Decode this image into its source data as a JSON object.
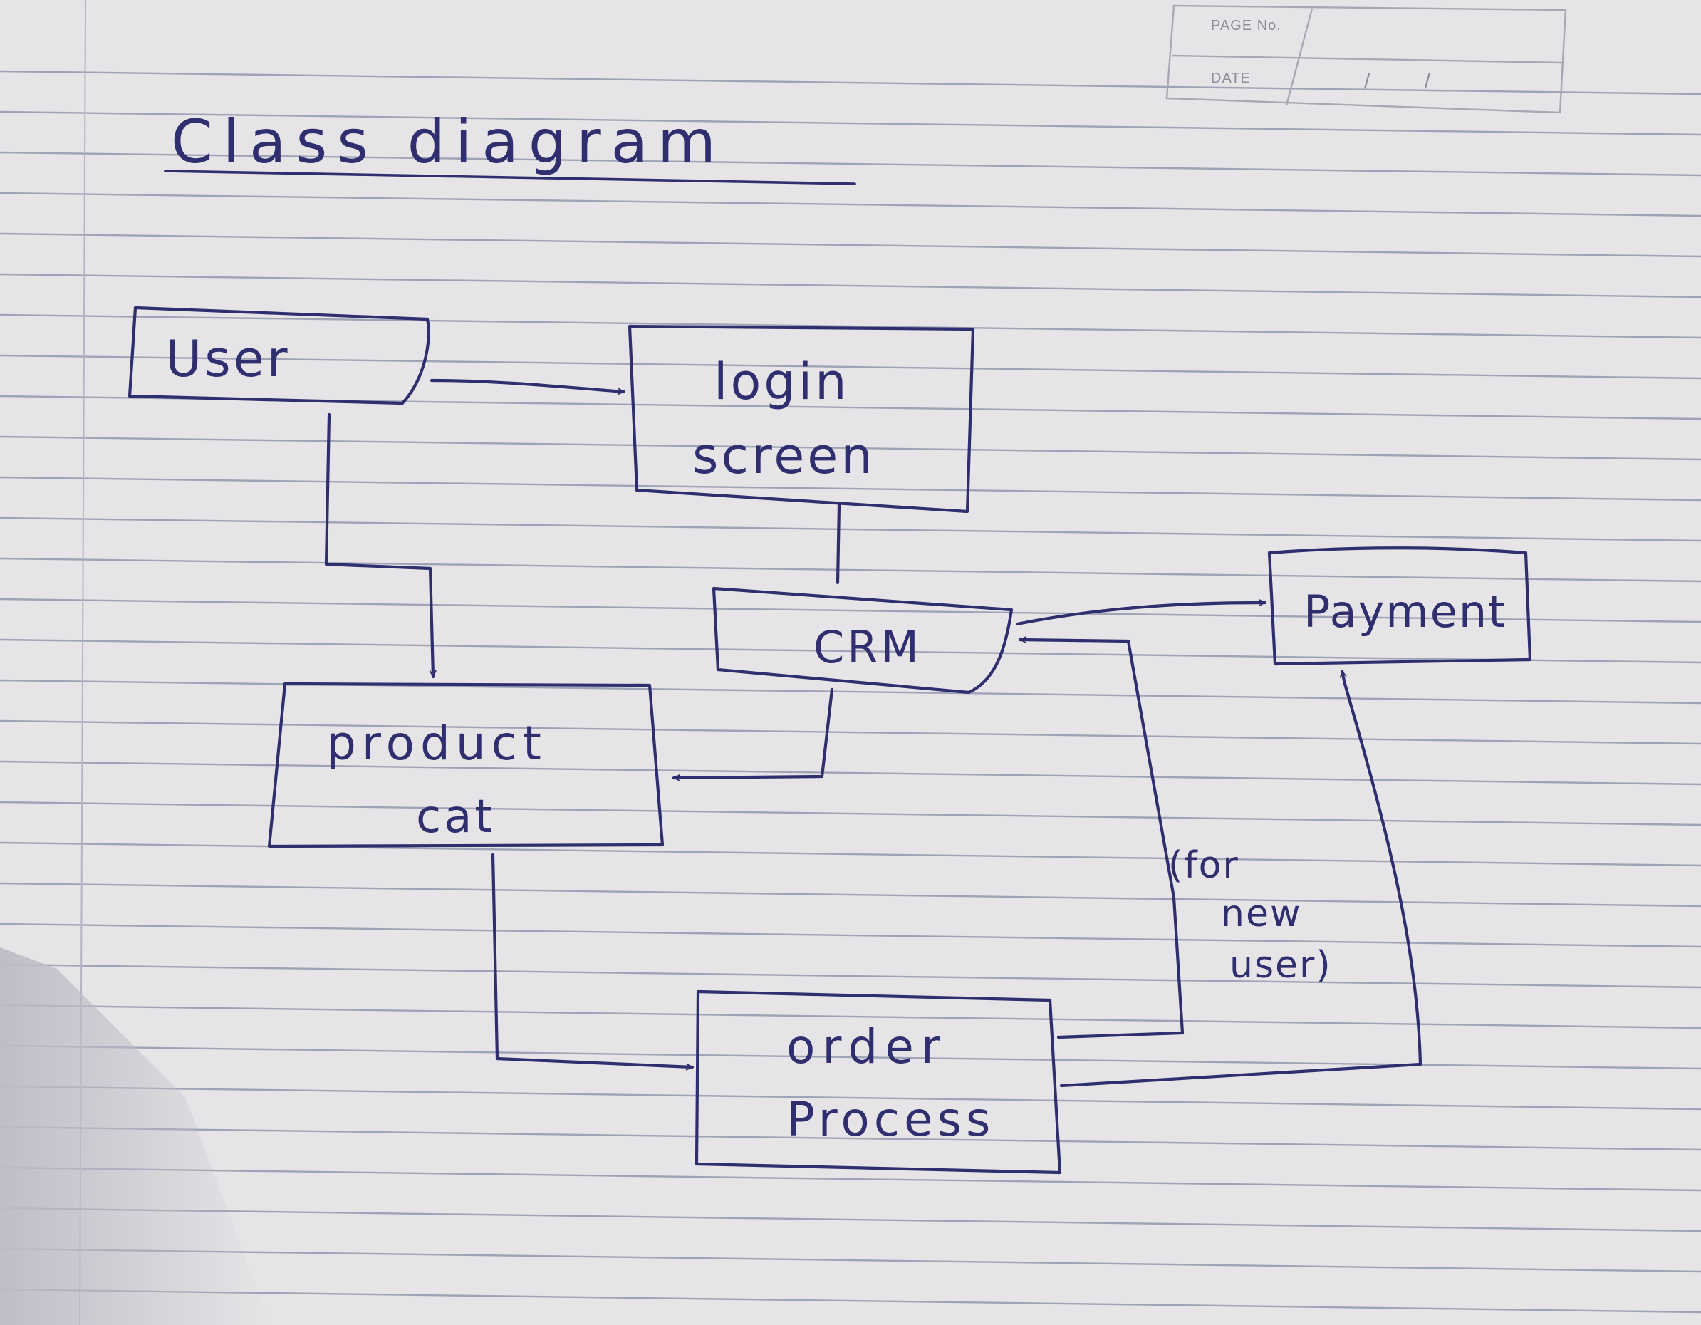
{
  "header": {
    "page_no_label": "PAGE No.",
    "date_label": "DATE",
    "date_value": "/ /"
  },
  "title": "Class diagram",
  "nodes": {
    "user": "User",
    "login": [
      "login",
      "screen"
    ],
    "crm": "CRM",
    "payment": "Payment",
    "product": [
      "product",
      "cat"
    ],
    "order": [
      "order",
      "Process"
    ]
  },
  "annotations": {
    "for_new_user": [
      "(for",
      "new",
      "user)"
    ]
  },
  "colors": {
    "ink": "#2f2e6e",
    "paper": "#e6e4e6",
    "rule": "#9fa3b6"
  }
}
